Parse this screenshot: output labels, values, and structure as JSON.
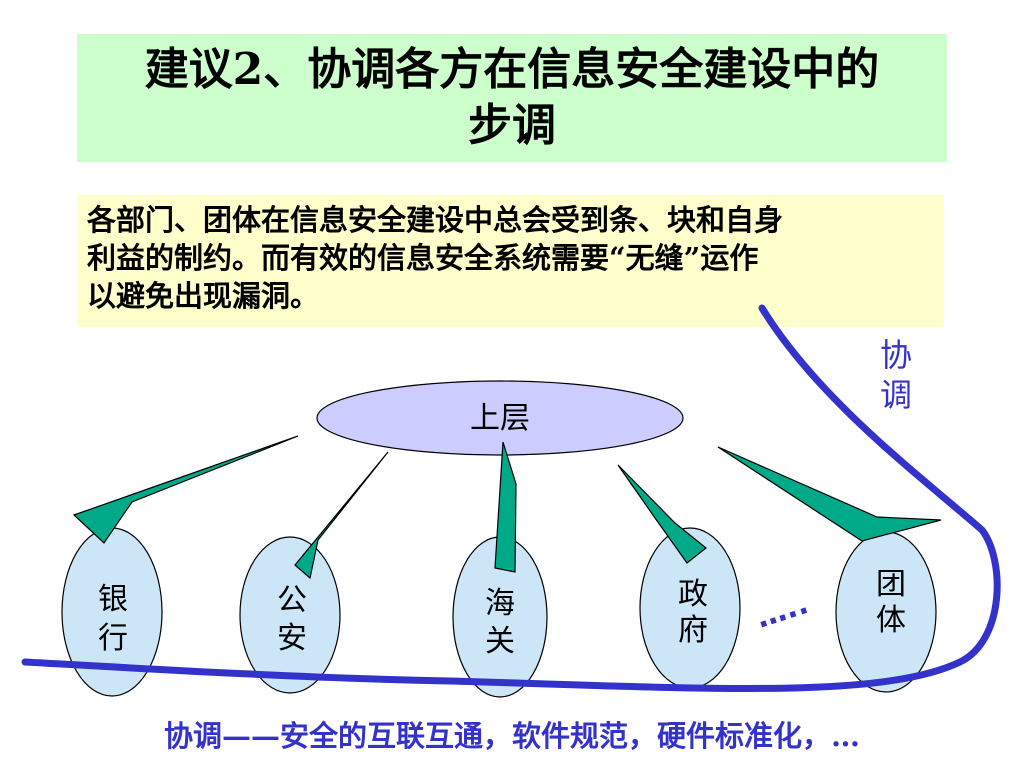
{
  "title": {
    "line1": "建议2、协调各方在信息安全建设中的",
    "line2": "步调"
  },
  "note": {
    "line1": "各部门、团体在信息安全建设中总会受到条、块和自身",
    "line2": "利益的制约。而有效的信息安全系统需要“无缝”运作",
    "line3": "以避免出现漏洞。"
  },
  "diagram": {
    "top_node": "上层",
    "nodes": [
      {
        "line1": "银",
        "line2": "行"
      },
      {
        "line1": "公",
        "line2": "安"
      },
      {
        "line1": "海",
        "line2": "关"
      },
      {
        "line1": "政",
        "line2": "府"
      },
      {
        "line1": "团",
        "line2": "体"
      }
    ],
    "ellipsis": "…..",
    "side_label": {
      "line1": "协",
      "line2": "调"
    }
  },
  "caption": "协调——安全的互联互通，软件规范，硬件标准化，…",
  "colors": {
    "title_bg": "#ccffcc",
    "note_bg": "#ffffcc",
    "top_node_fill": "#ccccff",
    "node_fill": "#cce6f8",
    "arrow_fill": "#00aa88",
    "curve_stroke": "#3333cc"
  }
}
